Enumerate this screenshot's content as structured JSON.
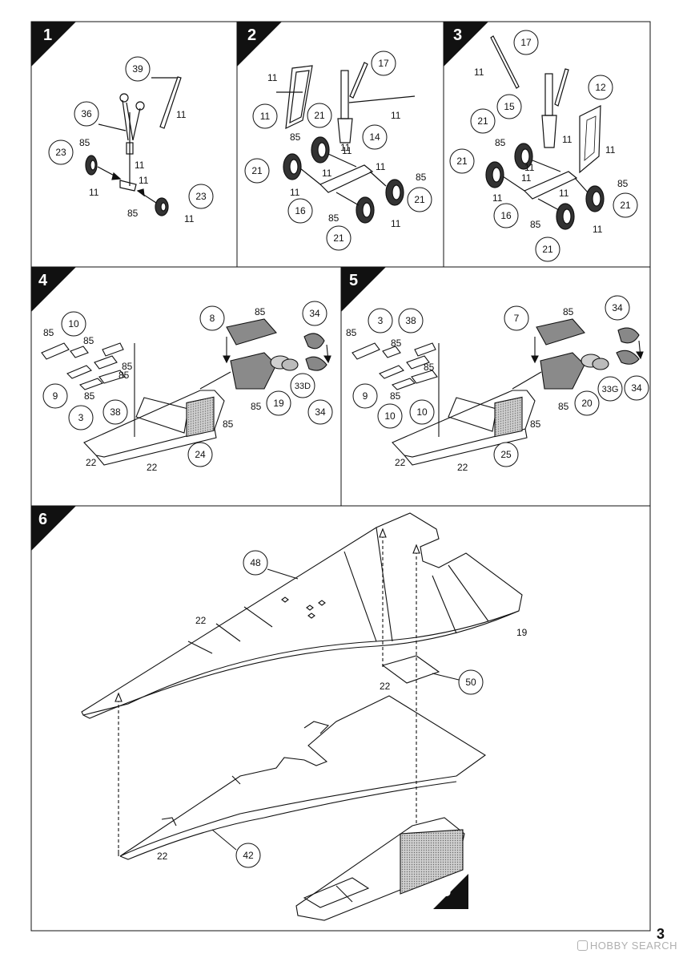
{
  "page": {
    "number": "3"
  },
  "watermark": {
    "text": "HOBBY SEARCH"
  },
  "steps": [
    {
      "number": "1",
      "callouts": [
        "39",
        "36",
        "23",
        "23"
      ],
      "labels": [
        "11",
        "11",
        "85",
        "11",
        "85",
        "11",
        "11"
      ]
    },
    {
      "number": "2",
      "callouts": [
        "11",
        "17",
        "21",
        "14",
        "21",
        "16",
        "21",
        "21"
      ],
      "labels": [
        "11",
        "11",
        "11",
        "85",
        "11",
        "11",
        "11",
        "85",
        "85",
        "11",
        "11"
      ]
    },
    {
      "number": "3",
      "callouts": [
        "17",
        "12",
        "15",
        "21",
        "21",
        "16",
        "21",
        "21"
      ],
      "labels": [
        "11",
        "11",
        "11",
        "11",
        "85",
        "11",
        "11",
        "85",
        "85",
        "11",
        "11"
      ]
    },
    {
      "number": "4",
      "callouts": [
        "10",
        "8",
        "34",
        "9",
        "3",
        "38",
        "19",
        "33D",
        "34",
        "24"
      ],
      "labels": [
        "85",
        "85",
        "85",
        "85",
        "85",
        "85",
        "85",
        "85",
        "22",
        "22"
      ]
    },
    {
      "number": "5",
      "callouts": [
        "3",
        "38",
        "7",
        "34",
        "9",
        "10",
        "10",
        "20",
        "33G",
        "34",
        "25"
      ],
      "labels": [
        "85",
        "85",
        "85",
        "85",
        "85",
        "85",
        "85",
        "22",
        "22"
      ]
    },
    {
      "number": "6",
      "callouts": [
        "48",
        "50",
        "42"
      ],
      "labels": [
        "22",
        "19",
        "22",
        "22"
      ],
      "reference": "5"
    }
  ],
  "colors": {
    "line": "#111111",
    "part_gray": "#7a7a7a",
    "hatch": "#9a9a9a",
    "tire": "#333333"
  }
}
